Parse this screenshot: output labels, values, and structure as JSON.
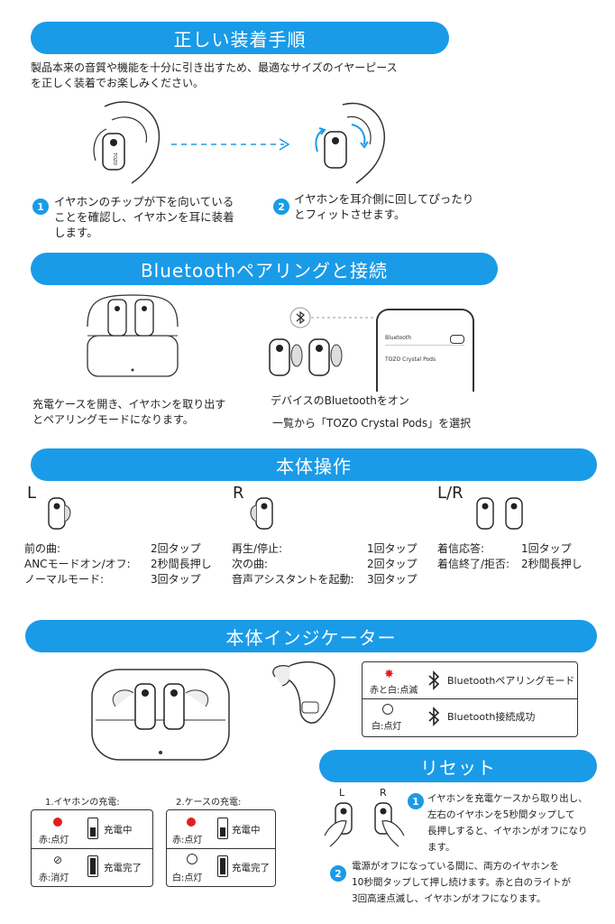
{
  "section1": {
    "title": "正しい装着手順",
    "intro": [
      "製品本来の音質や機能を十分に引き出すため、最適なサイズのイヤーピース",
      "を正しく装着でお楽しみください。"
    ],
    "step1": {
      "num": "1",
      "lines": [
        "イヤホンのチップが下を向いている",
        "ことを確認し、イヤホンを耳に装着",
        "します。"
      ]
    },
    "step2": {
      "num": "2",
      "lines": [
        "イヤホンを耳介側に回してぴったり",
        "とフィットさせます。"
      ]
    }
  },
  "section2": {
    "title": "Bluetoothペアリングと接続",
    "left_lines": [
      "充電ケースを開き、イヤホンを取り出す",
      "とペアリングモードになります。"
    ],
    "right_lines": [
      "デバイスのBluetoothをオン",
      "一覧から「TOZO Crystal Pods」を選択"
    ],
    "phone": {
      "setting_label": "Bluetooth",
      "device_name": "TOZO Crystal Pods"
    }
  },
  "section3": {
    "title": "本体操作",
    "left": {
      "label": "L",
      "rows": [
        [
          "前の曲:",
          "2回タップ"
        ],
        [
          "ANCモードオン/オフ:",
          "2秒間長押し"
        ],
        [
          "ノーマルモード:",
          "3回タップ"
        ]
      ]
    },
    "right": {
      "label": "R",
      "rows": [
        [
          "再生/停止:",
          "1回タップ"
        ],
        [
          "次の曲:",
          "2回タップ"
        ],
        [
          "音声アシスタントを起動:",
          "3回タップ"
        ]
      ]
    },
    "both": {
      "label": "L/R",
      "rows": [
        [
          "着信応答:",
          "1回タップ"
        ],
        [
          "着信終了/拒否:",
          "2秒間長押し"
        ]
      ]
    }
  },
  "section4": {
    "title": "本体インジケーター",
    "indicator": [
      {
        "light": "赤と白:点滅",
        "desc": "Bluetoothペアリングモード"
      },
      {
        "light": "白:点灯",
        "desc": "Bluetooth接続成功"
      }
    ],
    "earbud_charge": {
      "title": "1.イヤホンの充電:",
      "rows": [
        {
          "light": "赤:点灯",
          "status": "充電中"
        },
        {
          "light": "赤:消灯",
          "status": "充電完了"
        }
      ]
    },
    "case_charge": {
      "title": "2.ケースの充電:",
      "rows": [
        {
          "light": "赤:点灯",
          "status": "充電中"
        },
        {
          "light": "白:点灯",
          "status": "充電完了"
        }
      ]
    }
  },
  "section5": {
    "title": "リセット",
    "labels": {
      "left": "L",
      "right": "R"
    },
    "step1": {
      "num": "1",
      "lines": [
        "イヤホンを充電ケースから取り出し、",
        "左右のイヤホンを5秒間タップして",
        "長押しすると、イヤホンがオフになり",
        "ます。"
      ]
    },
    "step2": {
      "num": "2",
      "lines": [
        "電源がオフになっている間に、両方のイヤホンを",
        "10秒間タップして押し続けます。赤と白のライトが",
        "3回高速点滅し、イヤホンがオフになります。"
      ]
    }
  },
  "earbud_brand": "TOZO",
  "colors": {
    "accent": "#1a9be8",
    "red": "#e02020"
  }
}
